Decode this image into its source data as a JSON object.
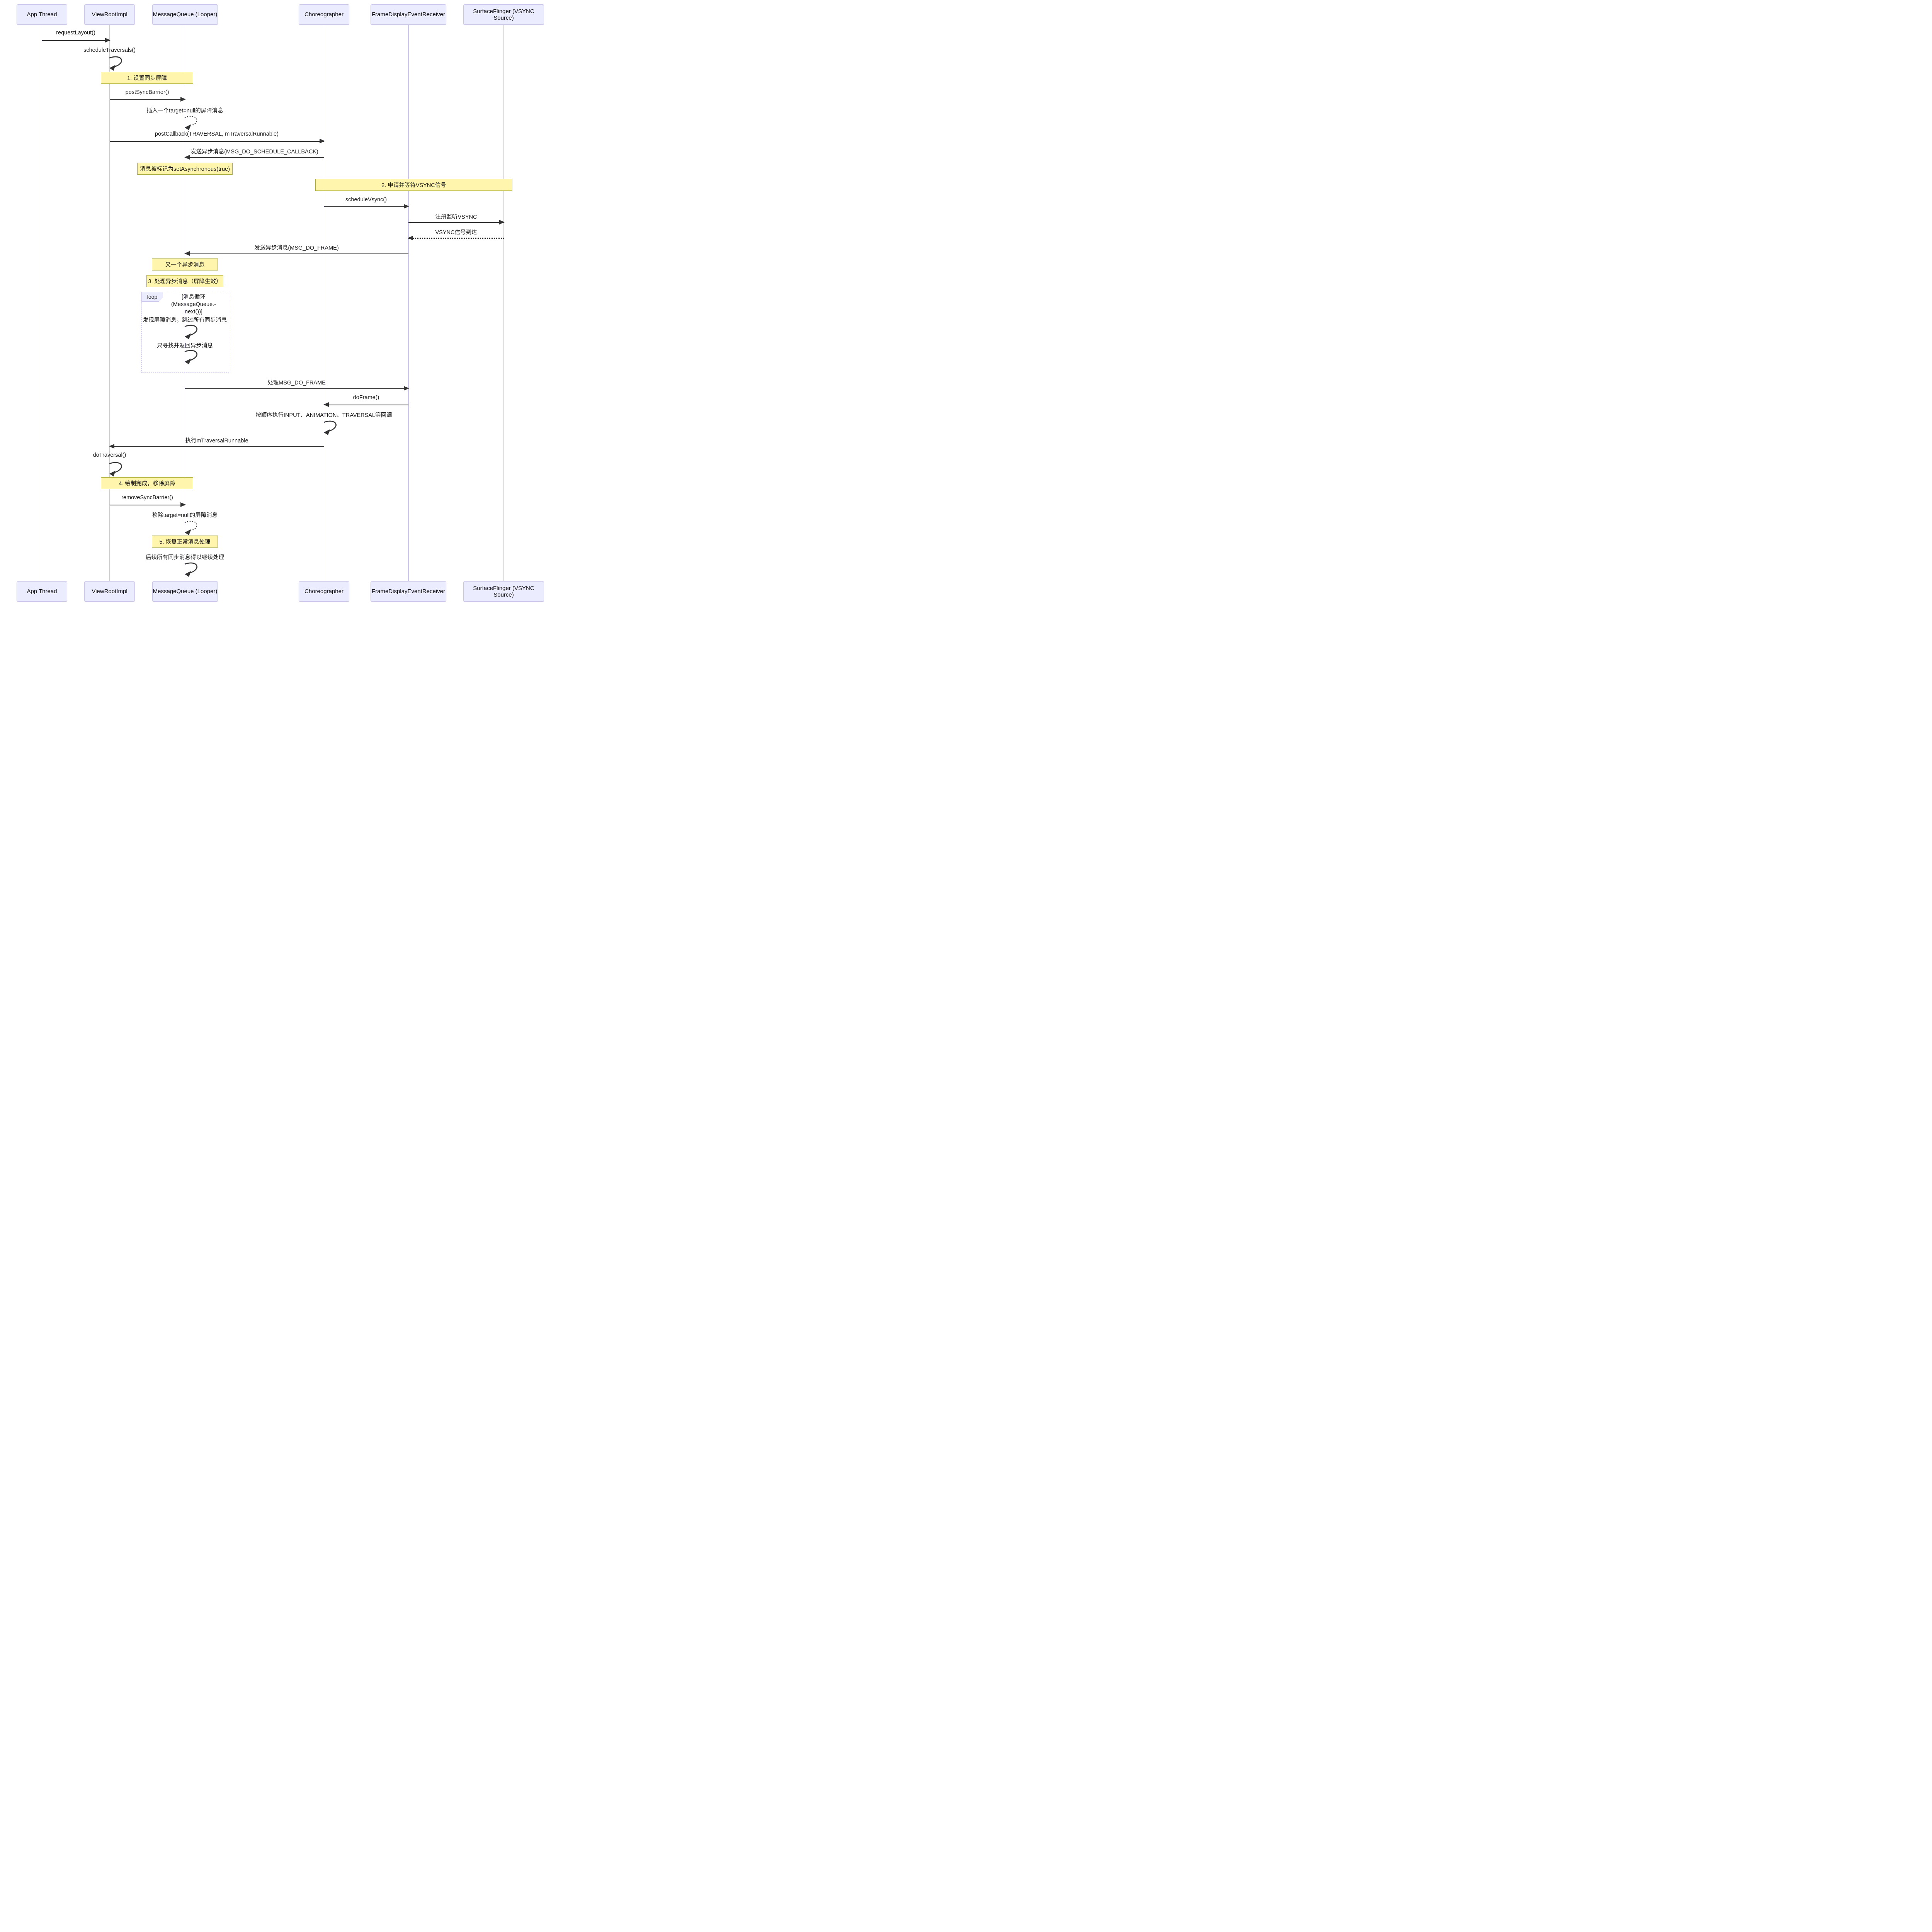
{
  "colors": {
    "actor_fill": "#ECECFF",
    "actor_border": "#CCC5EA",
    "lifeline": "#CCC5EA",
    "note_fill": "#FFF5AD",
    "note_border": "#AAAA33",
    "loop_border": "#C9C2EA",
    "arrow": "#333333",
    "text": "#1A1A1A"
  },
  "diagram": {
    "participants": [
      {
        "name": "App Thread"
      },
      {
        "name": "ViewRootImpl"
      },
      {
        "name": "MessageQueue (Looper)"
      },
      {
        "name": "Choreographer"
      },
      {
        "name": "FrameDisplayEventReceiver"
      },
      {
        "name": "SurfaceFlinger (VSYNC Source)"
      }
    ],
    "messages": [
      {
        "label": "requestLayout()",
        "from": "App Thread",
        "to": "ViewRootImpl",
        "style": "solid"
      },
      {
        "label": "scheduleTraversals()",
        "from": "ViewRootImpl",
        "to": "ViewRootImpl",
        "style": "self"
      },
      {
        "label": "postSyncBarrier()",
        "from": "ViewRootImpl",
        "to": "MessageQueue (Looper)",
        "style": "solid"
      },
      {
        "label": "插入一个target=null的屏障消息",
        "from": "MessageQueue (Looper)",
        "to": "MessageQueue (Looper)",
        "style": "self-dotted"
      },
      {
        "label": "postCallback(TRAVERSAL, mTraversalRunnable)",
        "from": "ViewRootImpl",
        "to": "Choreographer",
        "style": "solid"
      },
      {
        "label": "发送异步消息(MSG_DO_SCHEDULE_CALLBACK)",
        "from": "Choreographer",
        "to": "MessageQueue (Looper)",
        "style": "solid"
      },
      {
        "label": "scheduleVsync()",
        "from": "Choreographer",
        "to": "FrameDisplayEventReceiver",
        "style": "solid"
      },
      {
        "label": "注册监听VSYNC",
        "from": "FrameDisplayEventReceiver",
        "to": "SurfaceFlinger (VSYNC Source)",
        "style": "solid"
      },
      {
        "label": "VSYNC信号到达",
        "from": "SurfaceFlinger (VSYNC Source)",
        "to": "FrameDisplayEventReceiver",
        "style": "dotted"
      },
      {
        "label": "发送异步消息(MSG_DO_FRAME)",
        "from": "FrameDisplayEventReceiver",
        "to": "MessageQueue (Looper)",
        "style": "solid"
      },
      {
        "label": "发现屏障消息，跳过所有同步消息",
        "from": "MessageQueue (Looper)",
        "to": "MessageQueue (Looper)",
        "style": "self"
      },
      {
        "label": "只寻找并返回异步消息",
        "from": "MessageQueue (Looper)",
        "to": "MessageQueue (Looper)",
        "style": "self"
      },
      {
        "label": "处理MSG_DO_FRAME",
        "from": "MessageQueue (Looper)",
        "to": "FrameDisplayEventReceiver",
        "style": "solid"
      },
      {
        "label": "doFrame()",
        "from": "FrameDisplayEventReceiver",
        "to": "Choreographer",
        "style": "solid"
      },
      {
        "label": "按顺序执行INPUT、ANIMATION、TRAVERSAL等回调",
        "from": "Choreographer",
        "to": "Choreographer",
        "style": "self"
      },
      {
        "label": "执行mTraversalRunnable",
        "from": "Choreographer",
        "to": "ViewRootImpl",
        "style": "solid"
      },
      {
        "label": "doTraversal()",
        "from": "ViewRootImpl",
        "to": "ViewRootImpl",
        "style": "self"
      },
      {
        "label": "removeSyncBarrier()",
        "from": "ViewRootImpl",
        "to": "MessageQueue (Looper)",
        "style": "solid"
      },
      {
        "label": "移除target=null的屏障消息",
        "from": "MessageQueue (Looper)",
        "to": "MessageQueue (Looper)",
        "style": "self-dotted"
      },
      {
        "label": "后续所有同步消息得以继续处理",
        "from": "MessageQueue (Looper)",
        "to": "MessageQueue (Looper)",
        "style": "self"
      }
    ],
    "notes": [
      {
        "label": "1. 设置同步屏障",
        "over": "ViewRootImpl, MessageQueue (Looper)"
      },
      {
        "label": "消息被标记为setAsynchronous(true)",
        "over": "MessageQueue (Looper)"
      },
      {
        "label": "2. 申请并等待VSYNC信号",
        "over": "Choreographer, SurfaceFlinger (VSYNC Source)"
      },
      {
        "label": "又一个异步消息",
        "over": "MessageQueue (Looper)"
      },
      {
        "label": "3. 处理异步消息（屏障生效）",
        "over": "MessageQueue (Looper)"
      },
      {
        "label": "4. 绘制完成，移除屏障",
        "over": "ViewRootImpl, MessageQueue (Looper)"
      },
      {
        "label": "5. 恢复正常消息处理",
        "over": "MessageQueue (Looper)"
      }
    ],
    "loop": {
      "label": "loop",
      "condition_lines": [
        "[消息循环(MessageQueue.-",
        "next())]"
      ]
    }
  }
}
